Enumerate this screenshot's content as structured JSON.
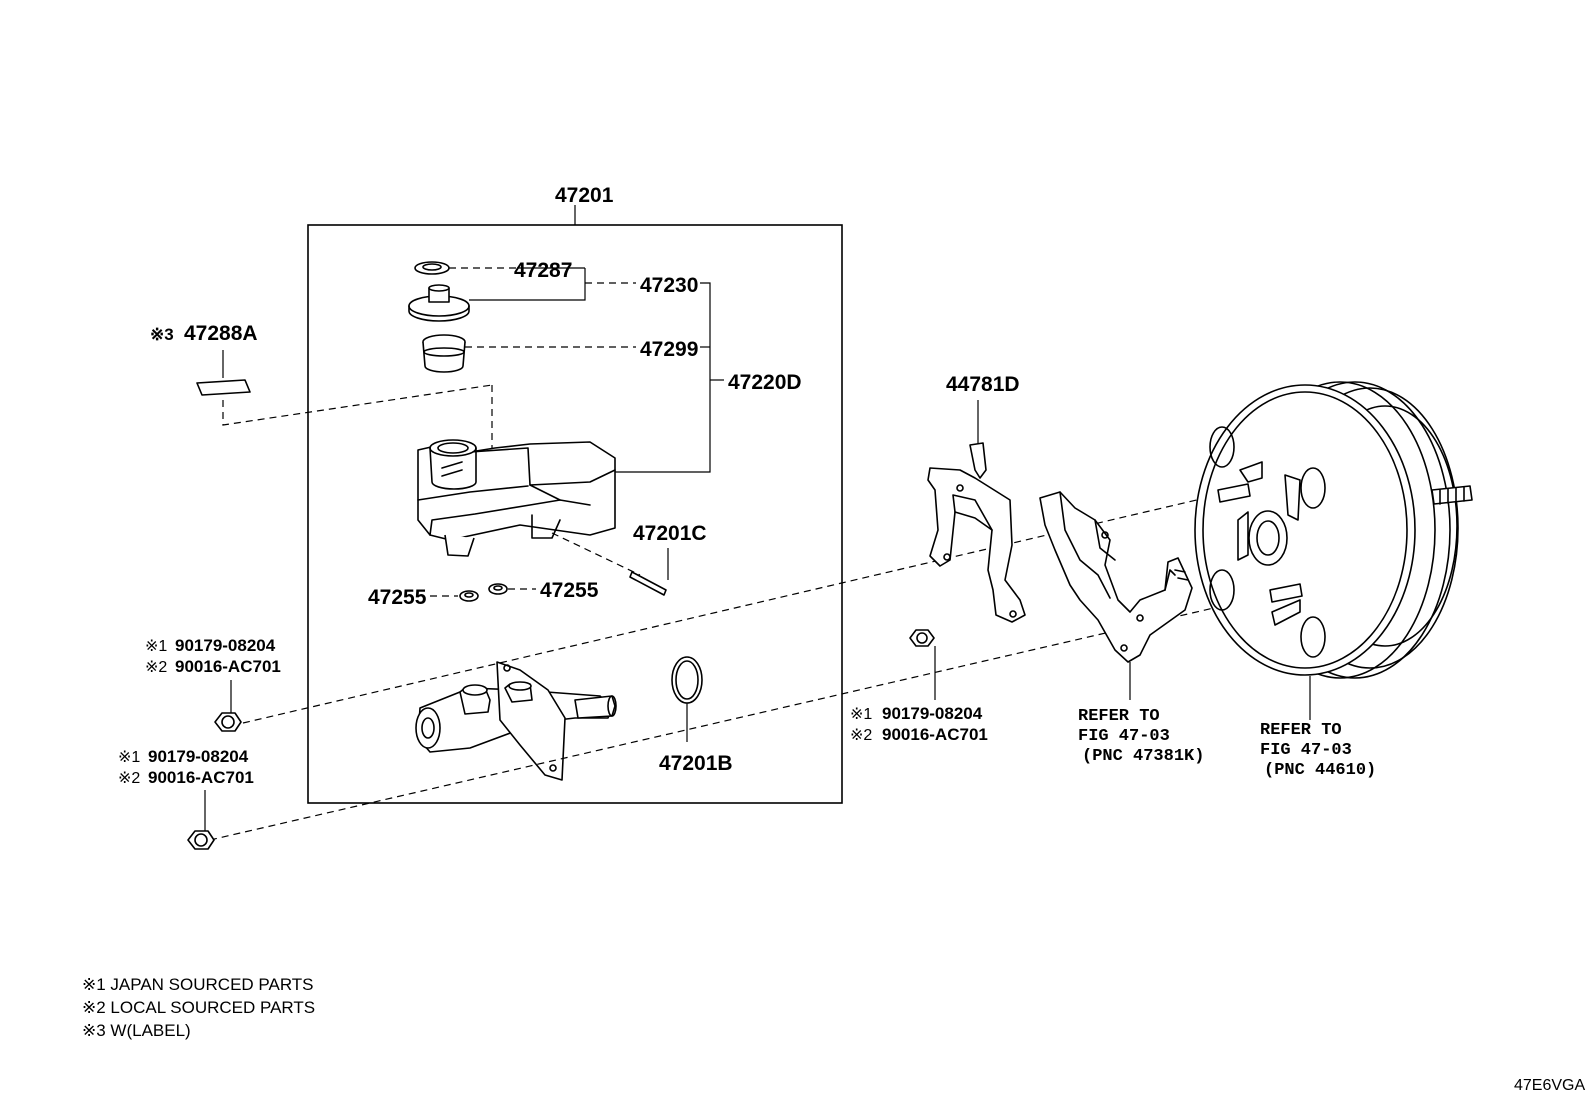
{
  "parts": {
    "p47201": "47201",
    "p47287": "47287",
    "p47230": "47230",
    "p47299": "47299",
    "p47220D": "47220D",
    "p47288A": "47288A",
    "p47288A_mark": "※3",
    "p47201C": "47201C",
    "p47255_left": "47255",
    "p47255_right": "47255",
    "p47201B": "47201B",
    "p44781D": "44781D"
  },
  "nut_labels": {
    "left_upper": {
      "l1_mark": "※1",
      "l1": "90179-08204",
      "l2_mark": "※2",
      "l2": "90016-AC701"
    },
    "left_lower": {
      "l1_mark": "※1",
      "l1": "90179-08204",
      "l2_mark": "※2",
      "l2": "90016-AC701"
    },
    "right": {
      "l1_mark": "※1",
      "l1": "90179-08204",
      "l2_mark": "※2",
      "l2": "90016-AC701"
    }
  },
  "refer": {
    "bracket": {
      "line1": "REFER TO",
      "line2": "FIG 47-03",
      "line3": "(PNC 47381K)"
    },
    "booster": {
      "line1": "REFER TO",
      "line2": "FIG 47-03",
      "line3": "(PNC 44610)"
    }
  },
  "legend": [
    "※1 JAPAN SOURCED PARTS",
    "※2 LOCAL SOURCED PARTS",
    "※3 W(LABEL)"
  ],
  "diagram_code": "47E6VGA"
}
